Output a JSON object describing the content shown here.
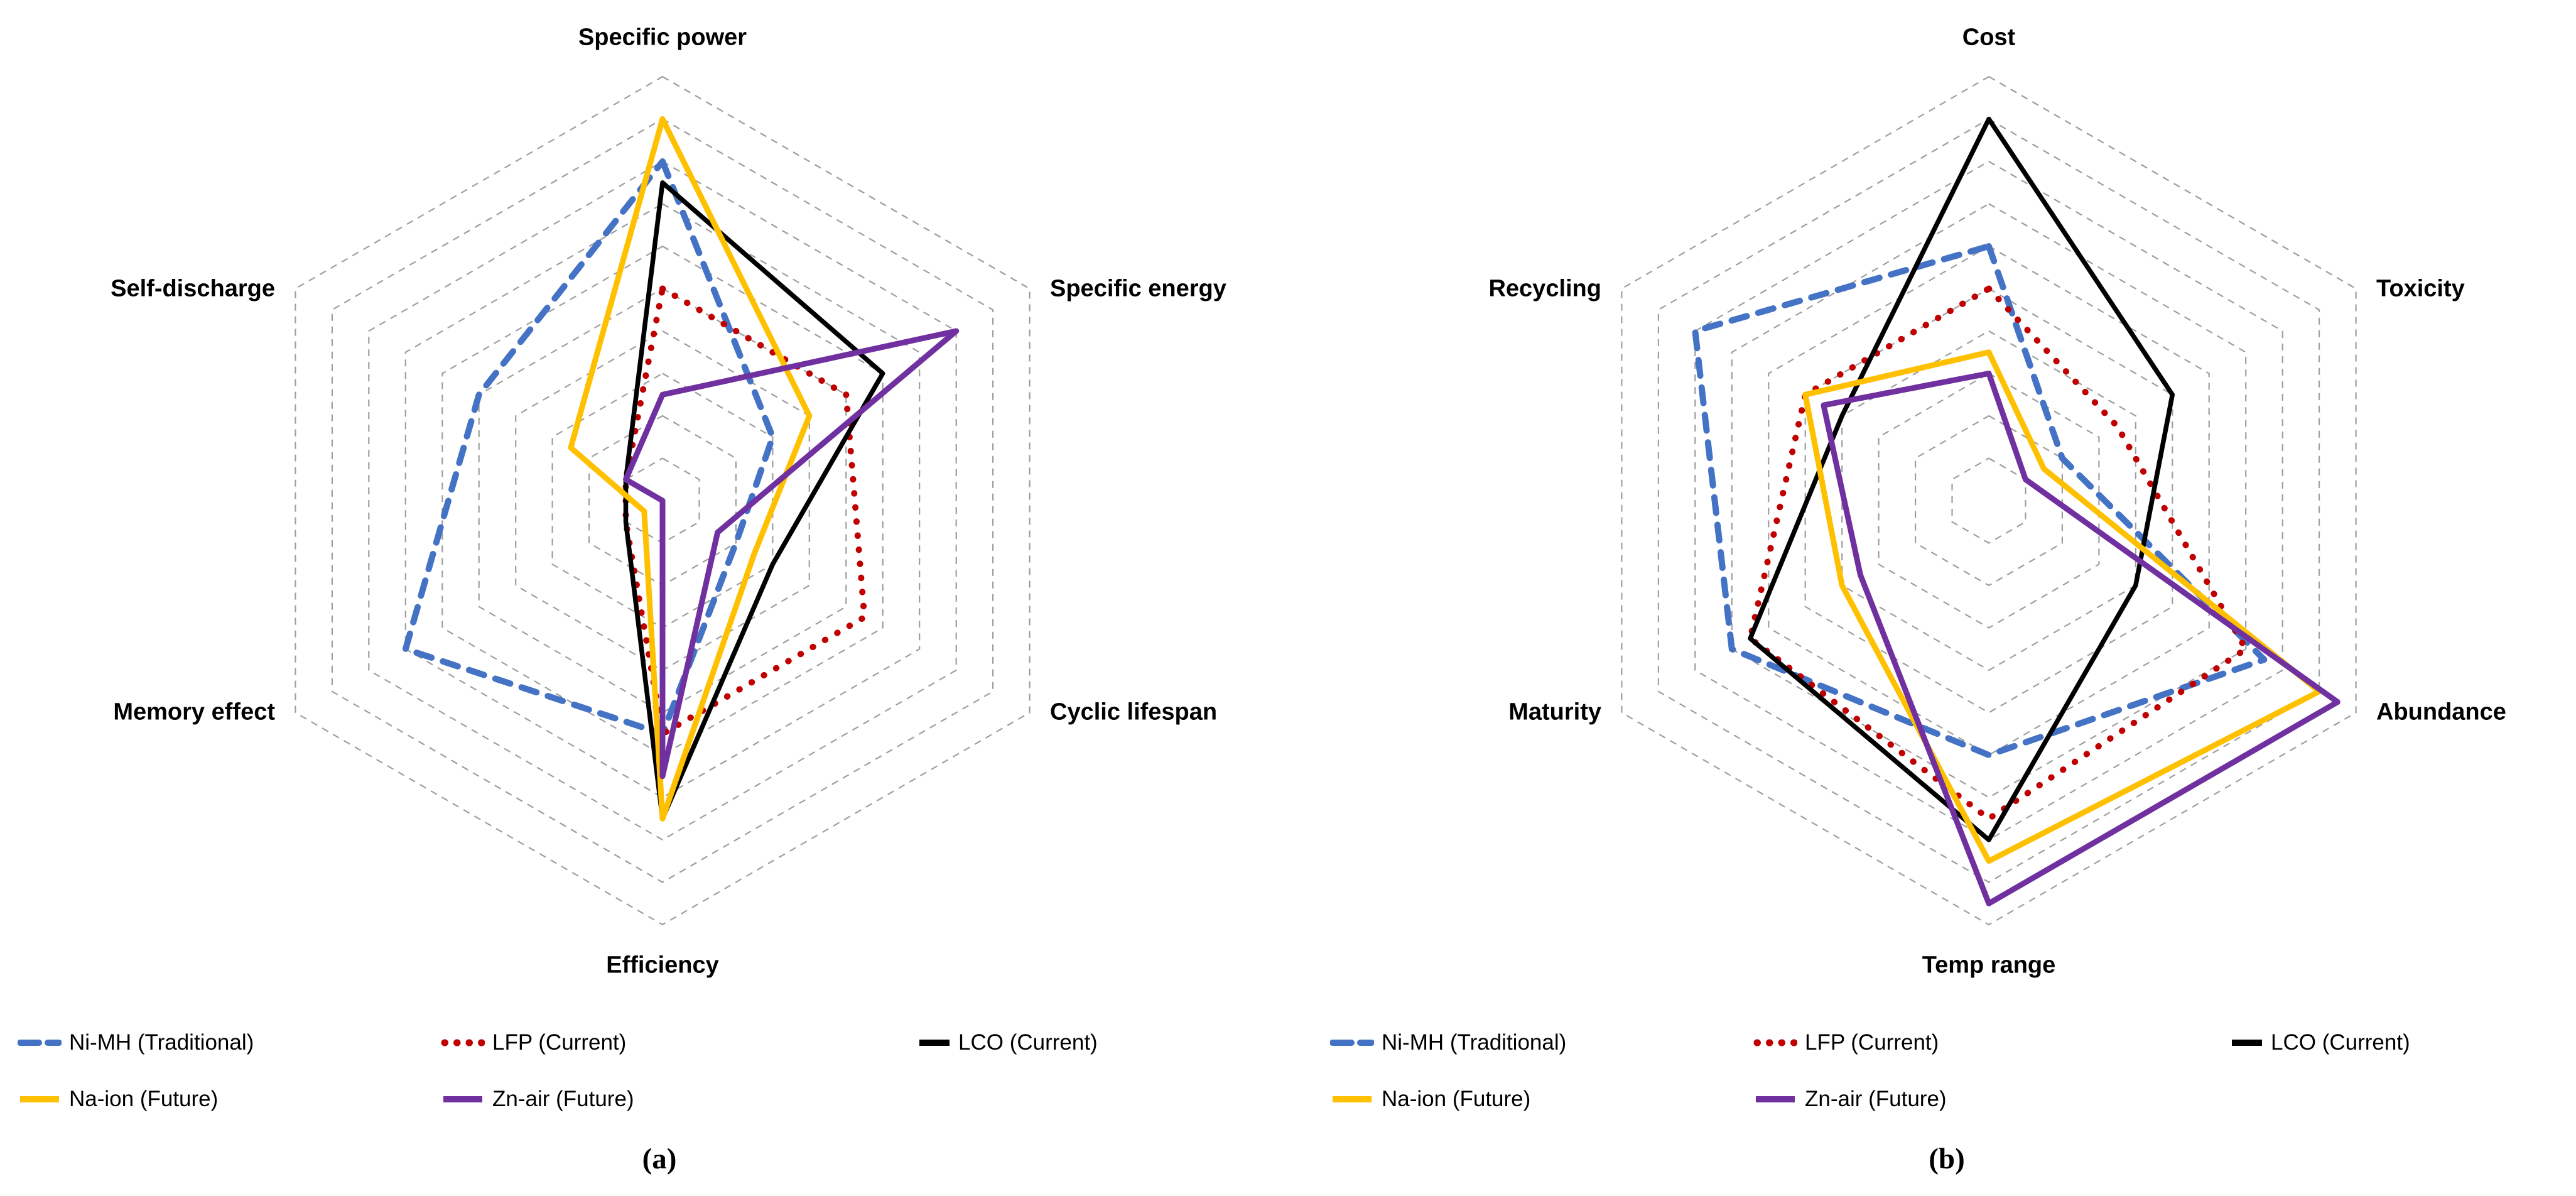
{
  "chart_data": [
    {
      "type": "radar",
      "caption": "(a)",
      "rings": 10,
      "rmax": 10,
      "grid": "dashed-hexagon",
      "grid_color": "#9E9E9E",
      "legend_position": "bottom",
      "axes": [
        "Specific power",
        "Specific energy",
        "Cyclic lifespan",
        "Efficiency",
        "Memory effect",
        "Self-discharge"
      ],
      "series": [
        {
          "name": "Ni-MH (Traditional)",
          "color": "#4472C4",
          "style": "dashed",
          "values": [
            8,
            3,
            2,
            5.5,
            7,
            5
          ]
        },
        {
          "name": "LFP (Current)",
          "color": "#C00000",
          "style": "dotted",
          "values": [
            5,
            5,
            5.5,
            5.5,
            1,
            1
          ]
        },
        {
          "name": "LCO (Current)",
          "color": "#000000",
          "style": "solid",
          "values": [
            7.5,
            6,
            3,
            7.5,
            1,
            1
          ]
        },
        {
          "name": "Na-ion (Future)",
          "color": "#FFC000",
          "style": "solid",
          "values": [
            9,
            4,
            2.5,
            7.5,
            0.5,
            2.5
          ]
        },
        {
          "name": "Zn-air (Future)",
          "color": "#7030A0",
          "style": "solid",
          "values": [
            2.5,
            8,
            1.5,
            6.5,
            0,
            1
          ]
        }
      ]
    },
    {
      "type": "radar",
      "caption": "(b)",
      "rings": 10,
      "rmax": 10,
      "grid": "dashed-hexagon",
      "grid_color": "#9E9E9E",
      "legend_position": "bottom",
      "axes": [
        "Cost",
        "Toxicity",
        "Abundance",
        "Temp range",
        "Maturity",
        "Recycling"
      ],
      "series": [
        {
          "name": "Ni-MH (Traditional)",
          "color": "#4472C4",
          "style": "dashed",
          "values": [
            6,
            2,
            7.5,
            6,
            7,
            8
          ]
        },
        {
          "name": "LFP (Current)",
          "color": "#C00000",
          "style": "dotted",
          "values": [
            5,
            3.5,
            7,
            7.5,
            6.5,
            5
          ]
        },
        {
          "name": "LCO (Current)",
          "color": "#000000",
          "style": "solid",
          "values": [
            9,
            5,
            4,
            8,
            6.5,
            4
          ]
        },
        {
          "name": "Na-ion (Future)",
          "color": "#FFC000",
          "style": "solid",
          "values": [
            3.5,
            1.5,
            9,
            8.5,
            4,
            5
          ]
        },
        {
          "name": "Zn-air (Future)",
          "color": "#7030A0",
          "style": "solid",
          "values": [
            3,
            1,
            9.5,
            9.5,
            3.5,
            4.5
          ]
        }
      ]
    }
  ]
}
